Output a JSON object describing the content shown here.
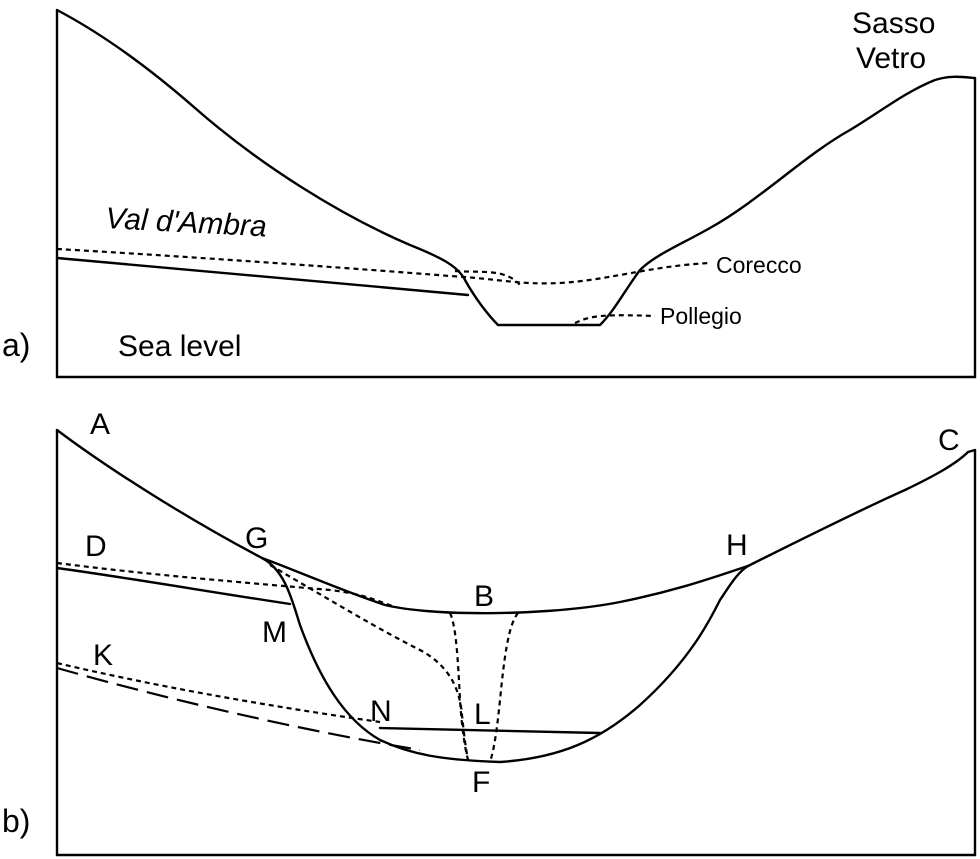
{
  "panel_a": {
    "panel_label": "a)",
    "labels": {
      "peak_line1": "Sasso",
      "peak_line2": "Vetro",
      "valley": "Val d'Ambra",
      "corecco": "Corecco",
      "pollegio": "Pollegio",
      "sea_level": "Sea level"
    }
  },
  "panel_b": {
    "panel_label": "b)",
    "points": {
      "A": "A",
      "C": "C",
      "D": "D",
      "G": "G",
      "H": "H",
      "B": "B",
      "M": "M",
      "K": "K",
      "N": "N",
      "L": "L",
      "F": "F"
    }
  }
}
